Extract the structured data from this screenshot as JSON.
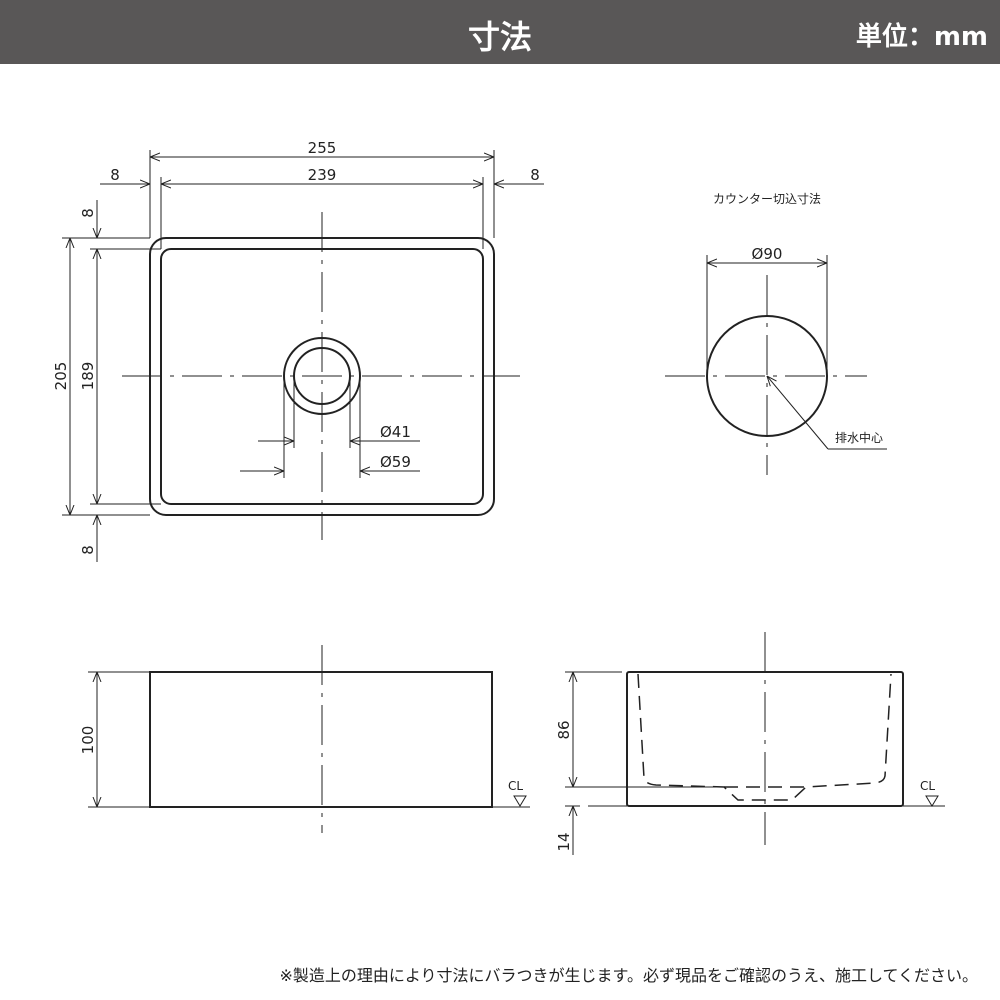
{
  "header": {
    "title": "寸法",
    "unit": "単位：mm"
  },
  "top_view": {
    "width_outer": "255",
    "width_inner": "239",
    "rim_left": "8",
    "rim_right": "8",
    "rim_top": "8",
    "rim_bottom": "8",
    "depth_outer": "205",
    "depth_inner": "189",
    "drain_inner": "Ø41",
    "drain_outer": "Ø59"
  },
  "cutout_view": {
    "caption": "カウンター切込寸法",
    "diameter": "Ø90",
    "drain_center_label": "排水中心"
  },
  "front_view": {
    "height": "100",
    "cl_label": "CL"
  },
  "side_view": {
    "bowl_depth": "86",
    "bottom_thickness": "14",
    "cl_label": "CL"
  },
  "footer": {
    "note": "※製造上の理由により寸法にバラつきが生じます。必ず現品をご確認のうえ、施工してください。"
  }
}
